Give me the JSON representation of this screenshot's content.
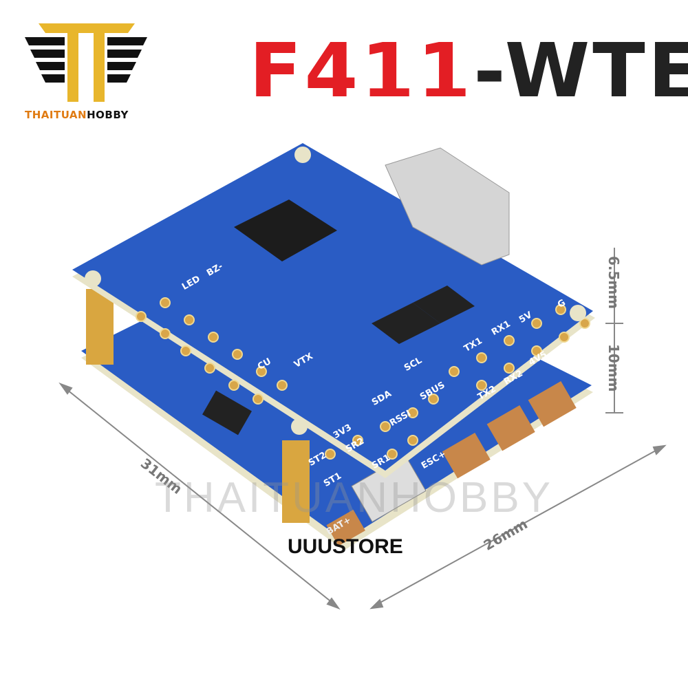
{
  "logo": {
    "brand_part1": "THAITUAN",
    "brand_part2": "HOBBY",
    "colors": {
      "gold": "#e8b62c",
      "black": "#111111",
      "orange": "#e07b12"
    }
  },
  "title": {
    "model": "F411",
    "suffix": "-WTE"
  },
  "dimensions": {
    "height_top": "6.5mm",
    "height_stack": "10mm",
    "length": "31mm",
    "width": "26mm"
  },
  "store_label": "UUUSTORE",
  "watermark": "THAITUANHOBBY",
  "board_labels": [
    "LED",
    "BZ-",
    "5V",
    "G",
    "CU",
    "VTX",
    "SDA",
    "SCL",
    "TX1",
    "RX1",
    "TX2",
    "RX2",
    "SBUS",
    "RSSI",
    "4V5",
    "3V3",
    "SR1",
    "SR2",
    "ST1",
    "ST2",
    "BAT+",
    "ESC+"
  ],
  "colors": {
    "board": "#2a5cc4",
    "board_edge": "#e8e4c8",
    "pads": "#d8a64a"
  }
}
